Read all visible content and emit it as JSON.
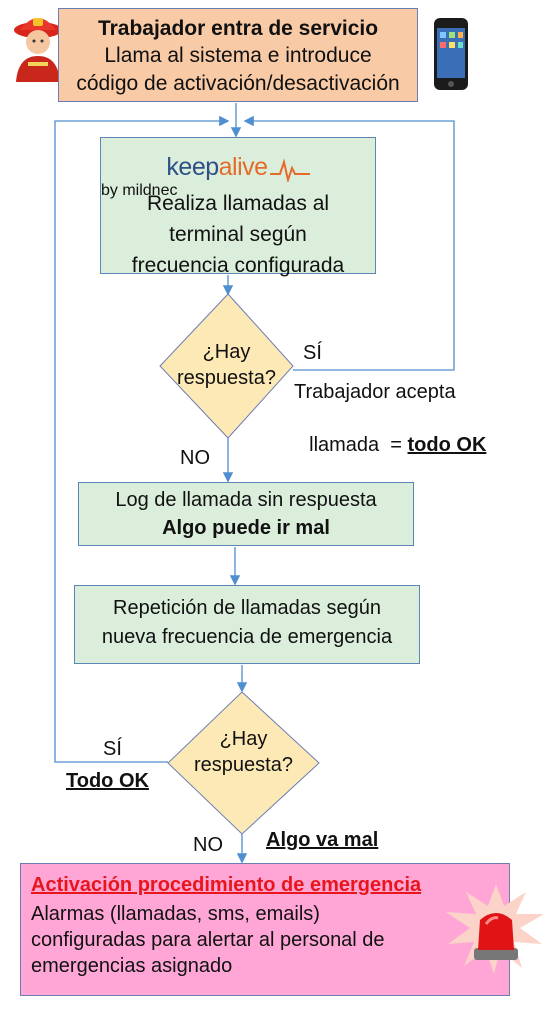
{
  "start": {
    "title": "Trabajador entra de servicio",
    "line2": "Llama al sistema e introduce",
    "line3": "código de activación/desactivación"
  },
  "logo": {
    "part1": "keep",
    "part2": "alive",
    "tagline": "by mildnec"
  },
  "process1": {
    "line1": "Realiza llamadas al",
    "line2": "terminal según",
    "line3": "frecuencia configurada"
  },
  "decision1": {
    "line1": "¿Hay",
    "line2": "respuesta?",
    "yes_label": "SÍ",
    "no_label": "NO",
    "note_line1": "Trabajador acepta",
    "note_line2_prefix": "llamada  = ",
    "note_line2_emph": "todo OK"
  },
  "log_box": {
    "line1": "Log de llamada sin respuesta",
    "line2": "Algo puede ir mal"
  },
  "repeat_box": {
    "line1": "Repetición de llamadas según",
    "line2": "nueva frecuencia de emergencia"
  },
  "decision2": {
    "line1": "¿Hay",
    "line2": "respuesta?",
    "yes_label": "SÍ",
    "yes_note": "Todo OK",
    "no_label": "NO",
    "no_note": "Algo va mal"
  },
  "emergency": {
    "title": "Activación procedimiento de emergencia",
    "line1": "Alarmas (llamadas, sms, emails)",
    "line2": "configuradas para alertar al personal de",
    "line3": "emergencias asignado"
  },
  "colors": {
    "start_fill": "#f8caa6",
    "process_fill": "#dbeedc",
    "decision_fill": "#fde9b6",
    "emergency_fill": "#ffa6d6",
    "connector": "#4f8fd0",
    "alert_title": "#e8161b"
  },
  "icons": [
    "firefighter-icon",
    "smartphone-icon",
    "heartbeat-icon",
    "siren-icon"
  ]
}
